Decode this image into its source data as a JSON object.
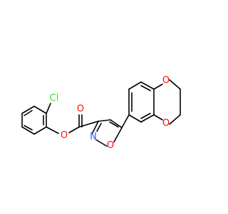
{
  "colors": {
    "bond": "#000000",
    "background": "#ffffff",
    "oxygen": "#ff0d0d",
    "nitrogen": "#3050f8",
    "chlorine": "#1ff01f"
  },
  "atoms": {
    "cl": "Cl",
    "o_ester": "O",
    "o_carbonyl": "O",
    "n_isoxazole": "N",
    "o_isoxazole": "O",
    "o_dioxane_top": "O",
    "o_dioxane_bottom": "O"
  }
}
